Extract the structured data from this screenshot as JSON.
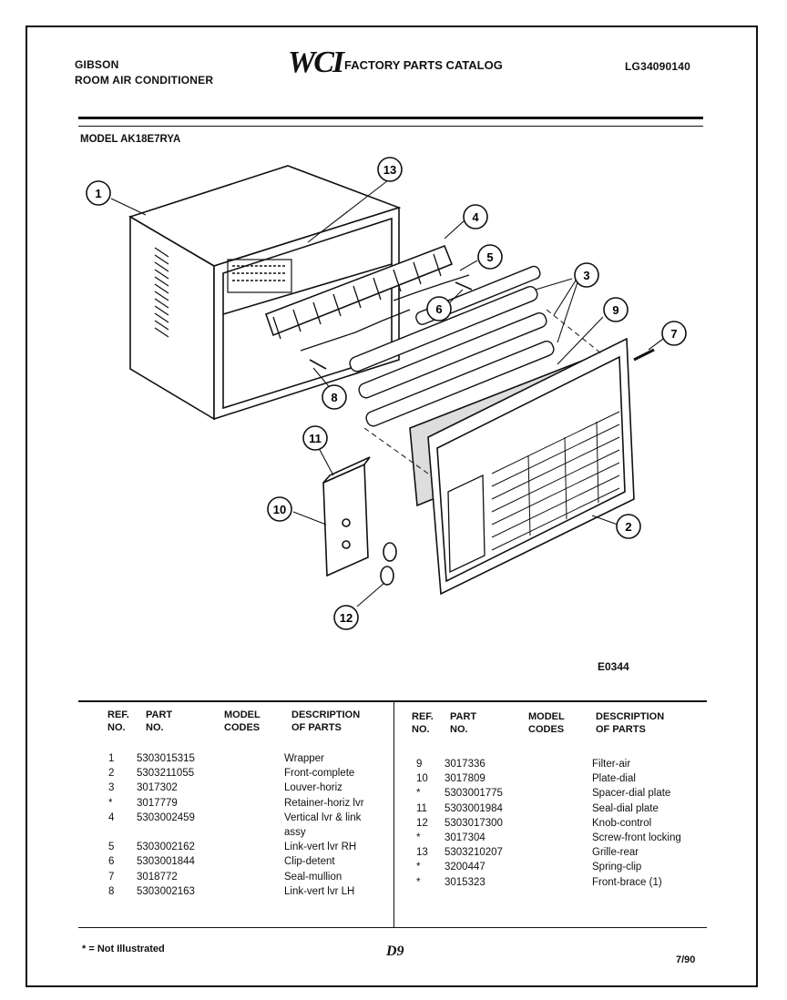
{
  "header": {
    "brand": "GIBSON",
    "product": "ROOM AIR CONDITIONER",
    "logo": "WCI",
    "catalog": "FACTORY PARTS CATALOG",
    "doc_number": "LG34090140"
  },
  "model": "MODEL AK18E7RYA",
  "diagram_code": "E0344",
  "callouts": [
    "1",
    "13",
    "4",
    "5",
    "6",
    "3",
    "9",
    "7",
    "8",
    "11",
    "10",
    "2",
    "12"
  ],
  "table": {
    "headers": {
      "ref": "REF.\nNO.",
      "part": "PART\nNO.",
      "model_codes": "MODEL\nCODES",
      "description": "DESCRIPTION\nOF PARTS"
    },
    "left_rows": [
      {
        "ref": "1",
        "part": "5303015315",
        "desc": "Wrapper"
      },
      {
        "ref": "2",
        "part": "5303211055",
        "desc": "Front-complete"
      },
      {
        "ref": "3",
        "part": "3017302",
        "desc": "Louver-horiz"
      },
      {
        "ref": "*",
        "part": "3017779",
        "desc": "Retainer-horiz lvr"
      },
      {
        "ref": "4",
        "part": "5303002459",
        "desc": "Vertical lvr & link"
      },
      {
        "ref": "",
        "part": "",
        "desc": "assy"
      },
      {
        "ref": "5",
        "part": "5303002162",
        "desc": "Link-vert lvr RH"
      },
      {
        "ref": "6",
        "part": "5303001844",
        "desc": "Clip-detent"
      },
      {
        "ref": "7",
        "part": "3018772",
        "desc": "Seal-mullion"
      },
      {
        "ref": "8",
        "part": "5303002163",
        "desc": "Link-vert lvr LH"
      }
    ],
    "right_rows": [
      {
        "ref": "9",
        "part": "3017336",
        "desc": "Filter-air"
      },
      {
        "ref": "10",
        "part": "3017809",
        "desc": "Plate-dial"
      },
      {
        "ref": "*",
        "part": "5303001775",
        "desc": "Spacer-dial plate"
      },
      {
        "ref": "11",
        "part": "5303001984",
        "desc": "Seal-dial plate"
      },
      {
        "ref": "12",
        "part": "5303017300",
        "desc": "Knob-control"
      },
      {
        "ref": "*",
        "part": "3017304",
        "desc": "Screw-front locking"
      },
      {
        "ref": "13",
        "part": "5303210207",
        "desc": "Grille-rear"
      },
      {
        "ref": "*",
        "part": "3200447",
        "desc": "Spring-clip"
      },
      {
        "ref": "*",
        "part": "3015323",
        "desc": "Front-brace (1)"
      }
    ]
  },
  "footer": {
    "note": "* = Not Illustrated",
    "signature": "D9",
    "date": "7/90"
  }
}
